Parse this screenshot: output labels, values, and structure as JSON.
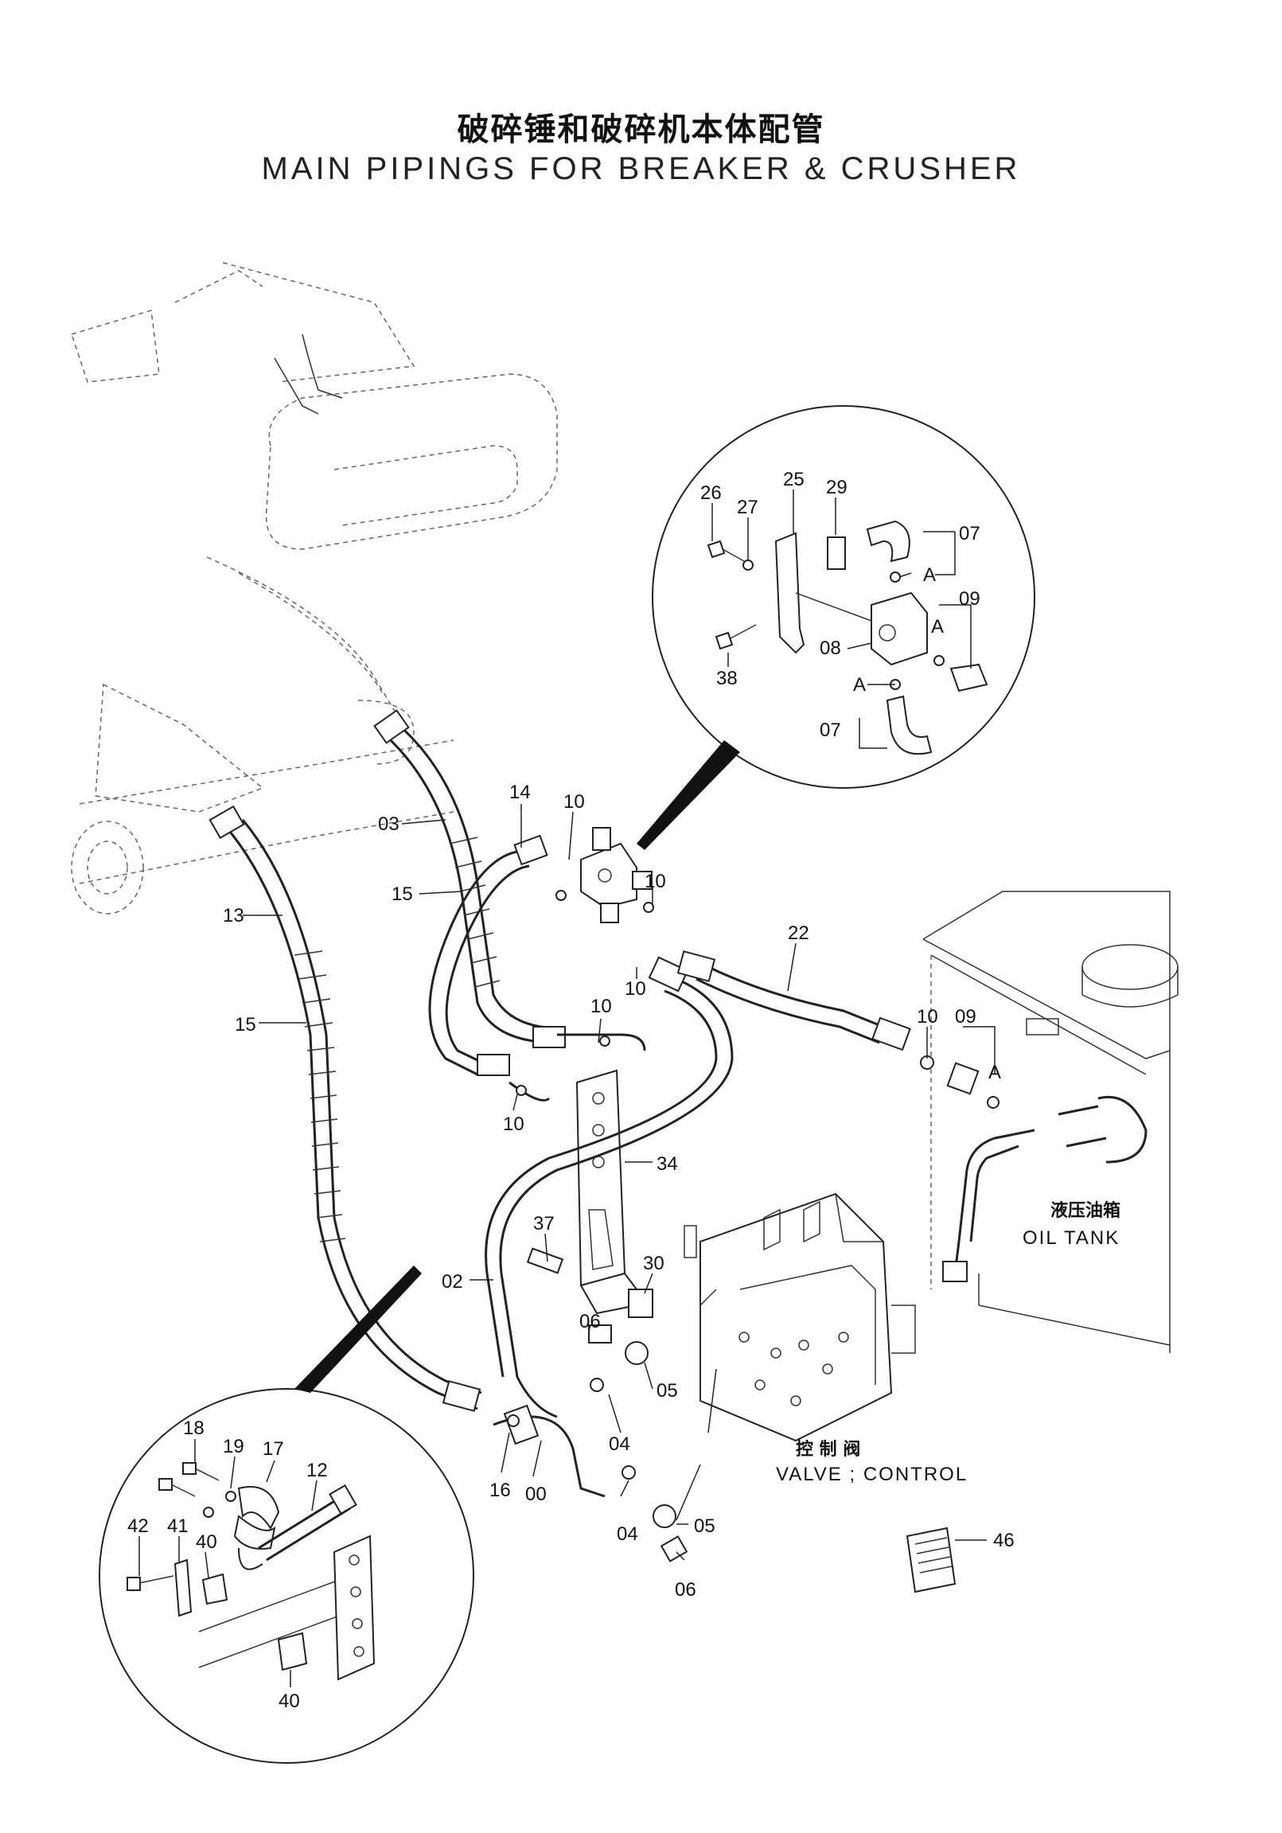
{
  "title": {
    "chinese": "破碎锤和破碎机本体配管",
    "english": "MAIN PIPINGS FOR BREAKER & CRUSHER"
  },
  "components": {
    "oil_tank_cn": "液压油箱",
    "oil_tank_en": "OIL TANK",
    "control_valve_cn": "控 制 阀",
    "control_valve_en": "VALVE ; CONTROL"
  },
  "detail_upper": {
    "labels": [
      "26",
      "27",
      "25",
      "29",
      "07",
      "A",
      "09",
      "A",
      "08",
      "38",
      "A",
      "07"
    ]
  },
  "detail_lower": {
    "labels": [
      "18",
      "19",
      "17",
      "12",
      "42",
      "41",
      "40",
      "40"
    ]
  },
  "main_labels": [
    "14",
    "10",
    "03",
    "15",
    "10",
    "22",
    "13",
    "10",
    "15",
    "10",
    "10",
    "09",
    "A",
    "10",
    "34",
    "37",
    "30",
    "02",
    "06",
    "05",
    "04",
    "16",
    "00",
    "05",
    "04",
    "06",
    "46"
  ]
}
